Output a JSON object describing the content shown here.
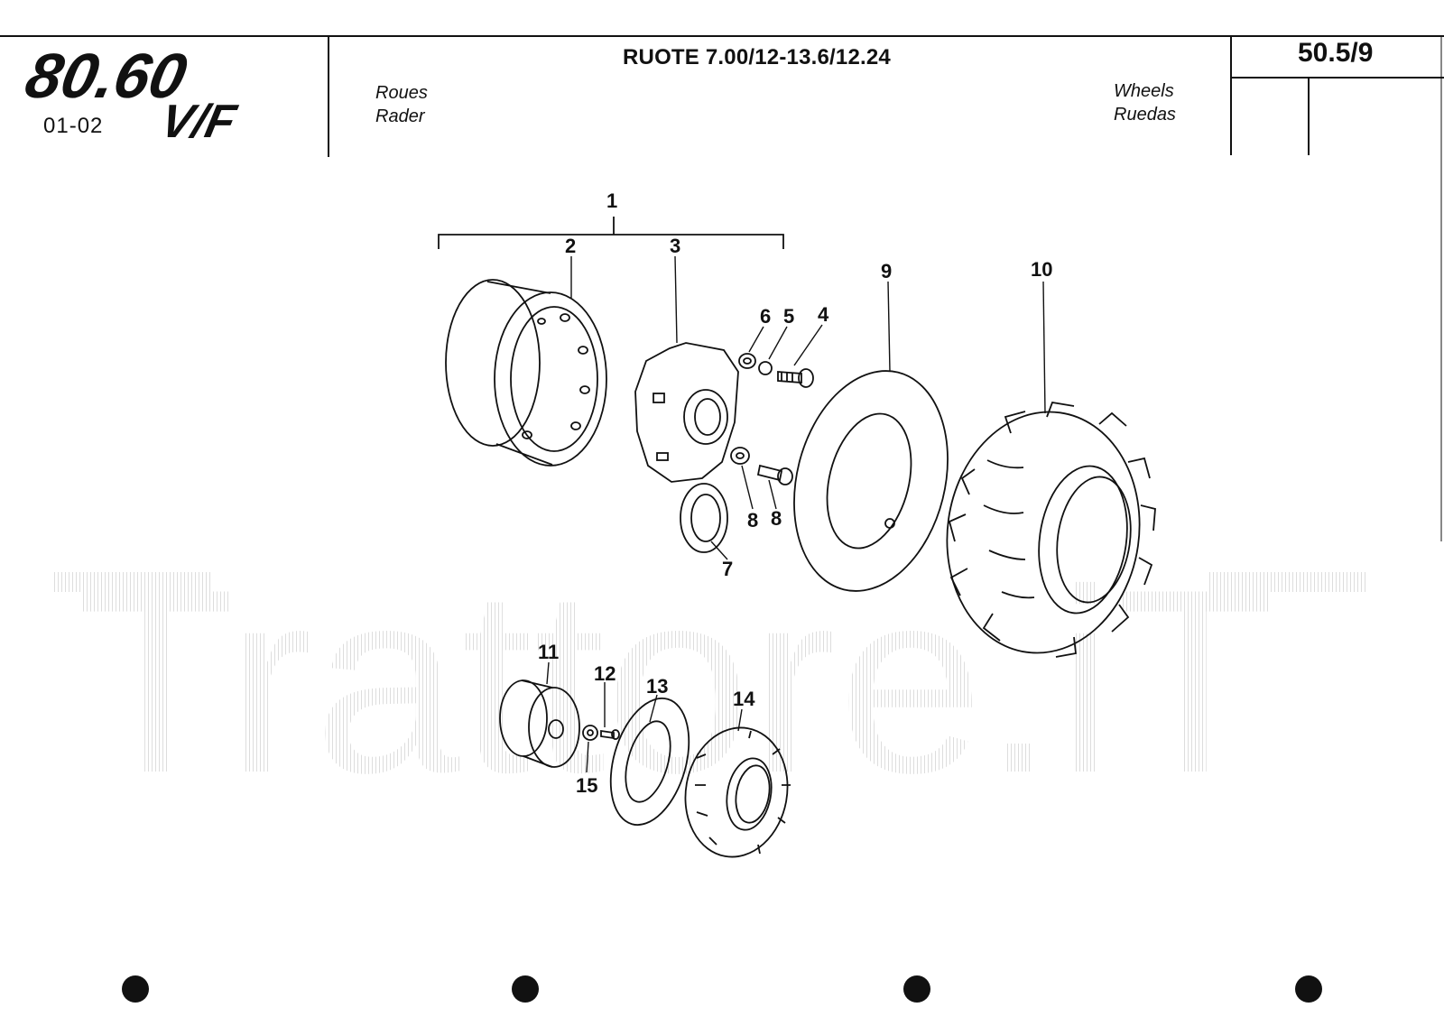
{
  "header": {
    "logo_text": "80.60 V/F",
    "logo_line1": "80.60",
    "logo_line2": "V/F",
    "code": "01-02",
    "title": "RUOTE 7.00/12-13.6/12.24",
    "page_number": "50.5/9",
    "lang_left": [
      "Roues",
      "Rader"
    ],
    "lang_right": [
      "Wheels",
      "Ruedas"
    ]
  },
  "watermark": "Trattore.iT",
  "callouts": {
    "c1": "1",
    "c2": "2",
    "c3": "3",
    "c4": "4",
    "c5": "5",
    "c6": "6",
    "c7": "7",
    "c8a": "8",
    "c8b": "8",
    "c9": "9",
    "c10": "10",
    "c11": "11",
    "c12": "12",
    "c13": "13",
    "c14": "14",
    "c15": "15"
  },
  "colors": {
    "ink": "#111111",
    "watermark": "#d9d9d9",
    "paper": "#ffffff"
  }
}
